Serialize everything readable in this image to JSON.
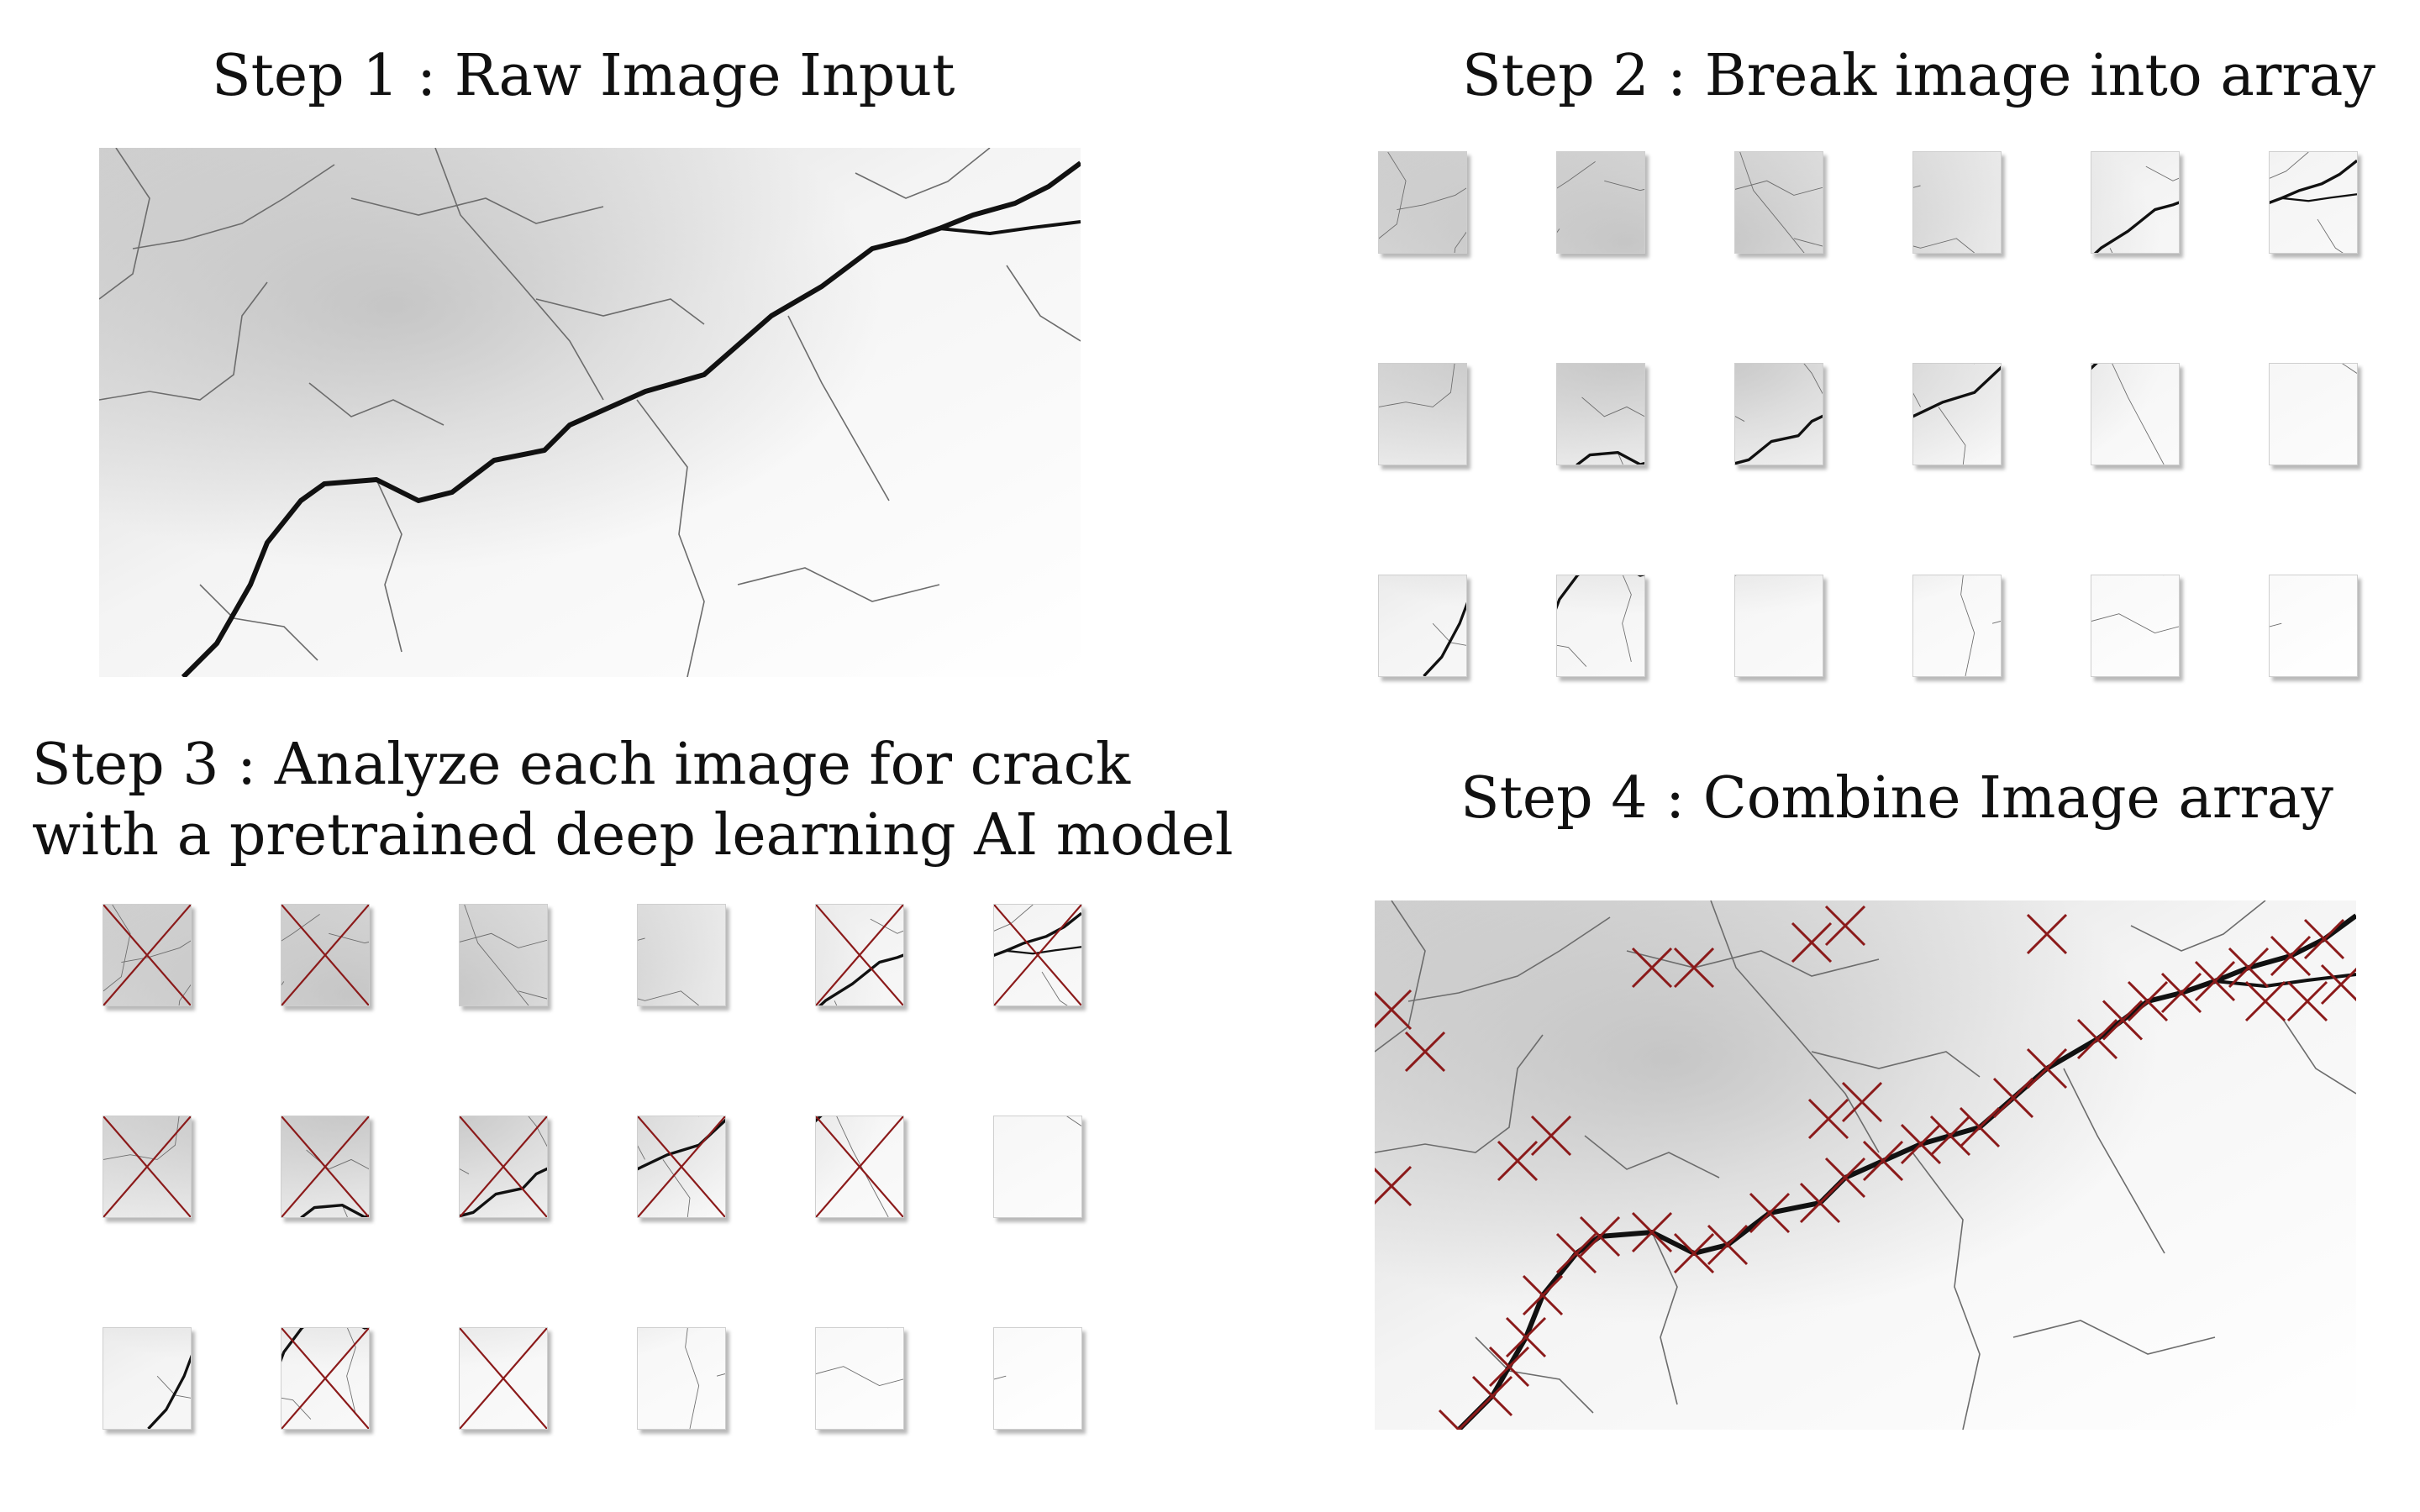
{
  "steps": [
    {
      "label": "Step 1 : Raw Image Input"
    },
    {
      "label": "Step 2 : Break image into array"
    },
    {
      "label_line1": "Step 3 : Analyze each image for crack",
      "label_line2": "with a pretrained deep learning AI model"
    },
    {
      "label": "Step 4 : Combine Image array"
    }
  ],
  "array": {
    "rows": 3,
    "cols": 6,
    "has_crack": [
      [
        true,
        true,
        false,
        false,
        true,
        true
      ],
      [
        true,
        true,
        true,
        true,
        true,
        false
      ],
      [
        false,
        true,
        true,
        false,
        false,
        false
      ]
    ]
  },
  "colors": {
    "concrete_light": "#f4f4f4",
    "concrete_mid": "#d2d2d2",
    "concrete_dark": "#a9a9a9",
    "crack": "#111111",
    "cross_mark": "#8b1a1a"
  }
}
